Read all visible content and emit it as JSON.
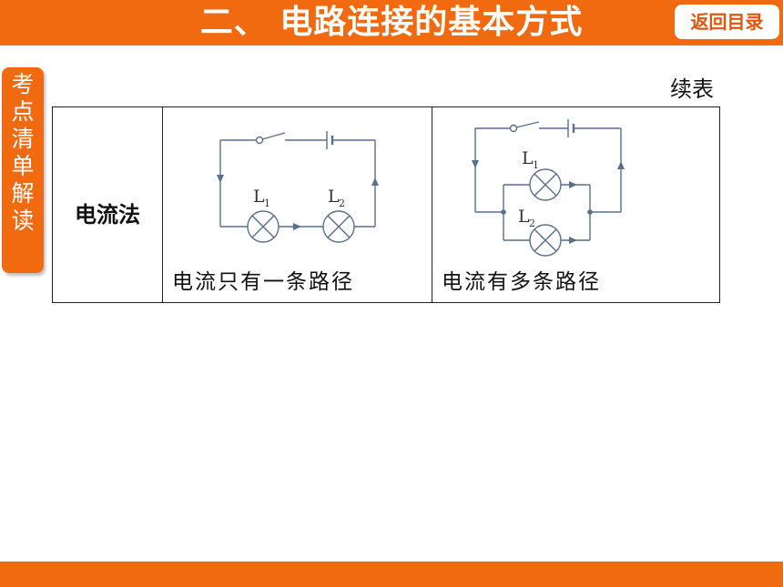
{
  "header": {
    "title": "二、 电路连接的基本方式",
    "back_label": "返回目录"
  },
  "side_tab": {
    "label": "考点清单解读"
  },
  "table": {
    "caption": "续表",
    "row": {
      "method": "电流法",
      "series_text": "电流只有一条路径",
      "parallel_text": "电流有多条路径"
    }
  },
  "circuits": {
    "series": {
      "lamp1": "L",
      "lamp1_sub": "1",
      "lamp2": "L",
      "lamp2_sub": "2"
    },
    "parallel": {
      "lamp1": "L",
      "lamp1_sub": "1",
      "lamp2": "L",
      "lamp2_sub": "2"
    }
  },
  "colors": {
    "accent": "#f26a10",
    "wire": "#5a6f8c"
  }
}
